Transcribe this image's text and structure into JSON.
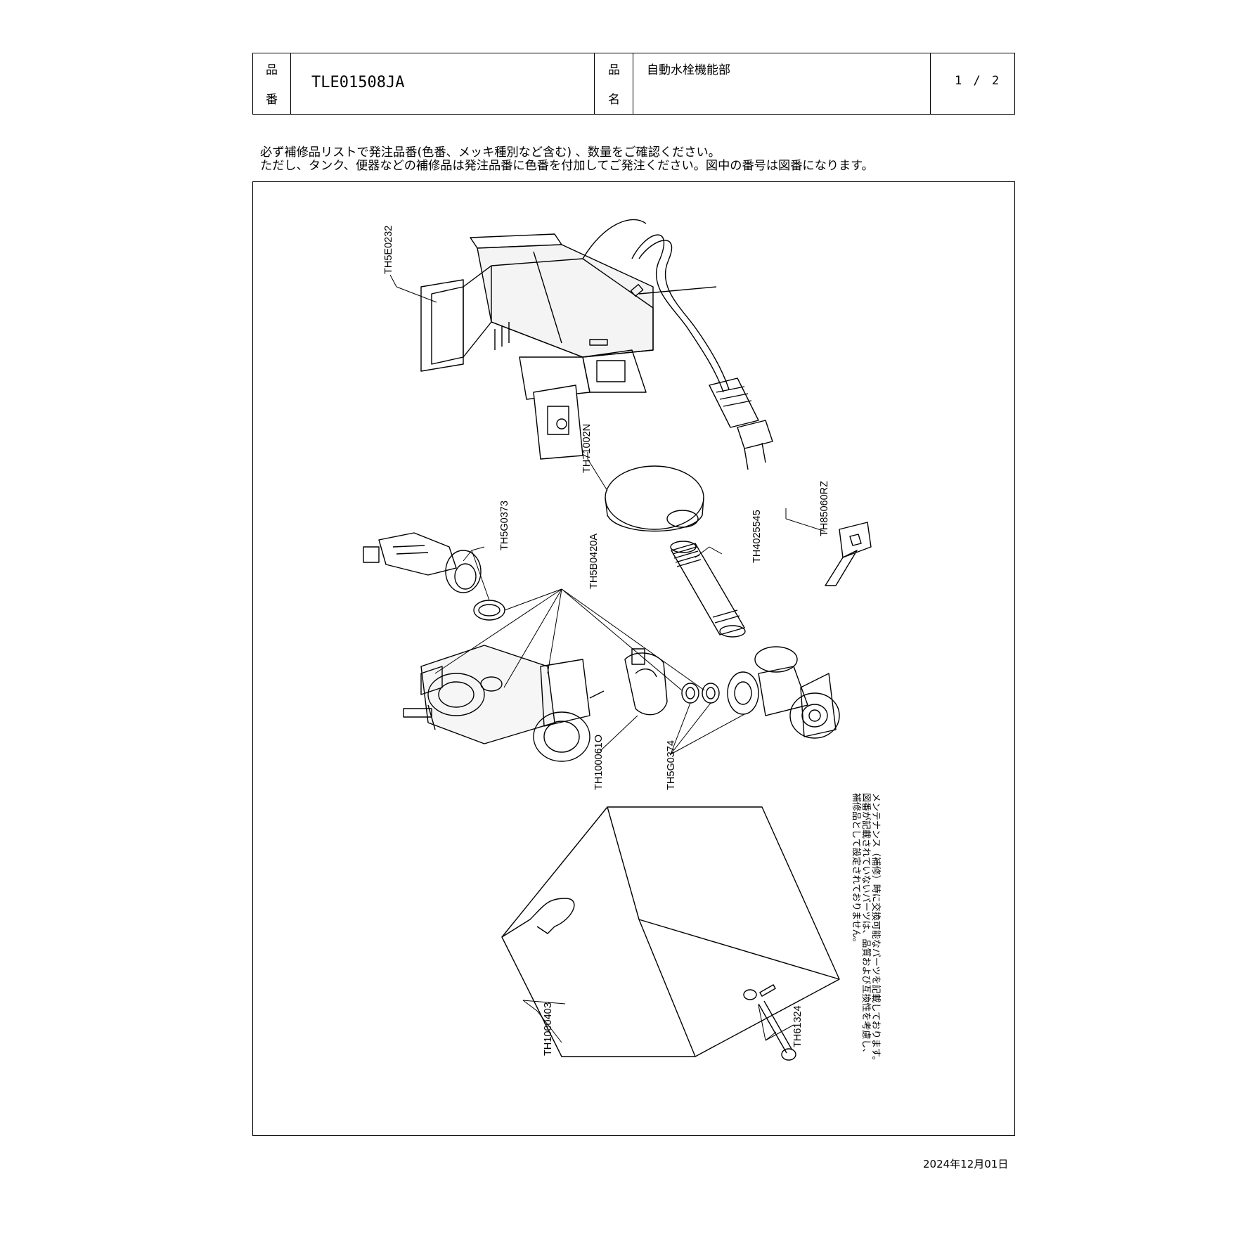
{
  "header": {
    "hinban_label_top": "品",
    "hinban_label_bottom": "番",
    "part_number": "TLE01508JA",
    "hinmei_label_top": "品",
    "hinmei_label_bottom": "名",
    "part_name": "自動水栓機能部",
    "page": "1 / 2"
  },
  "notes": {
    "line1": "必ず補修品リストで発注品番(色番、メッキ種別など含む) 、数量をご確認ください。",
    "line2": "ただし、タンク、便器などの補修品は発注品番に色番を付加してご発注ください。図中の番号は図番になります。"
  },
  "drawing": {
    "labels": {
      "controller": "TH5E0232",
      "flange": "TH71002N",
      "key": "TH85060RZ",
      "nipple": "TH4025545",
      "elbow": "TH5G0373",
      "packing": "TH5B0420A",
      "clip": "TH100061O",
      "gaskets": "TH5G0374",
      "cover": "TH100040З",
      "screw": "TH61324"
    },
    "disclaimer": [
      "メンテナンス（補修）時に交換可能なパーツを記載しております。",
      "図番が記載されていないパーツは、品質および互換性を考慮し、",
      "補修品として設定されておりません。"
    ]
  },
  "footer": {
    "date": "2024年12月01日"
  }
}
